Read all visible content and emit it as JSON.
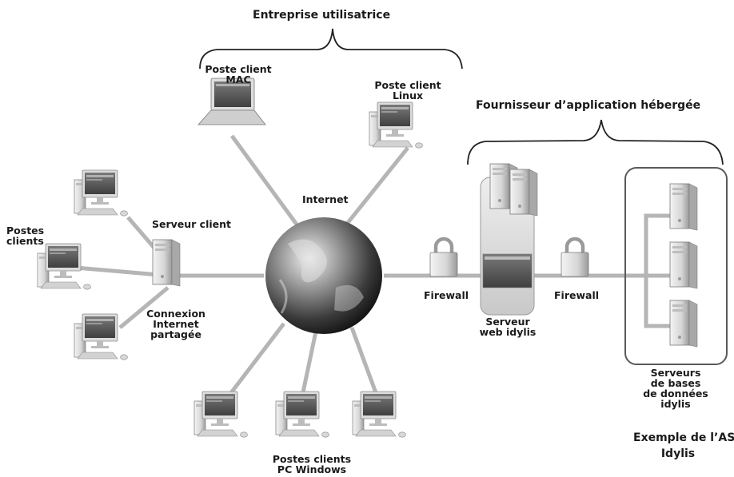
{
  "headers": {
    "enterprise": "Entreprise utilisatrice",
    "provider": "Fournisseur d’application hébergée",
    "example_line1": "Exemple de l’ASP",
    "example_line2": "Idylis"
  },
  "labels": {
    "mac": "Poste client\nMAC",
    "linux": "Poste client\nLinux",
    "internet": "Internet",
    "postes_clients": "Postes\nclients",
    "serveur_client": "Serveur client",
    "connexion": "Connexion\nInternet\npartagée",
    "firewall_left": "Firewall",
    "firewall_right": "Firewall",
    "serveur_web": "Serveur\nweb idylis",
    "serveurs_bd": "Serveurs\nde bases\nde données\nidylis",
    "pc_windows": "Postes clients\nPC Windows"
  },
  "colors": {
    "line": "#b5b5b5",
    "case_light": "#ececec",
    "case_dark": "#9a9a9a",
    "screen": "#5b5b5b",
    "panel_border": "#6a6a6a"
  },
  "icons": [
    "globe-icon",
    "laptop-icon",
    "desktop-computer-icon",
    "server-tower-icon",
    "padlock-icon",
    "mouse-icon"
  ]
}
